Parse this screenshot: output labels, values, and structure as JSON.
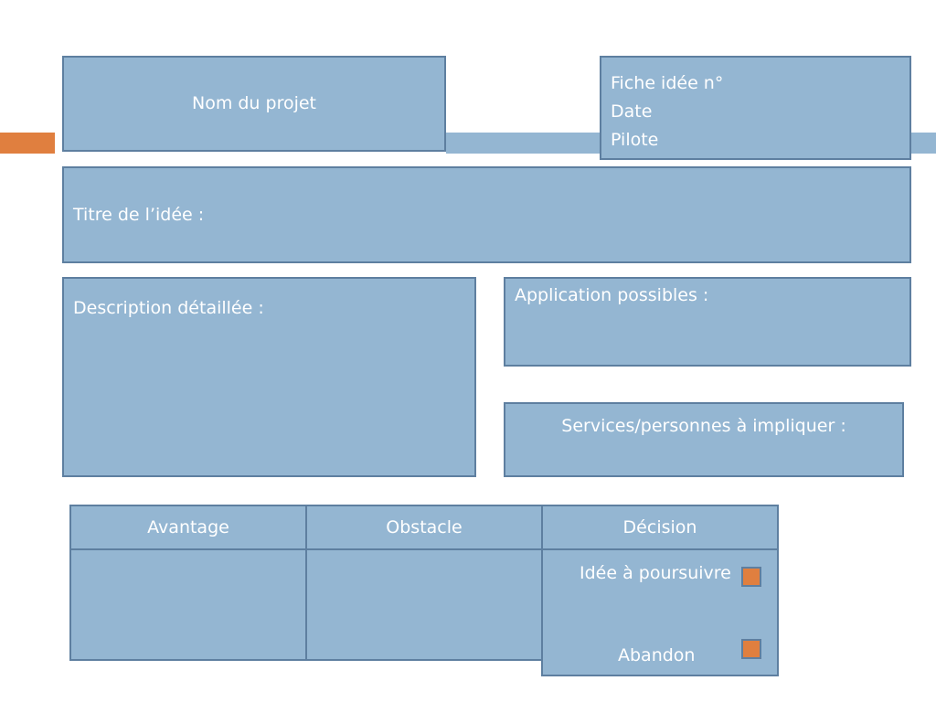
{
  "colors": {
    "accent": "#e07f3f",
    "box_fill": "#94b6d2",
    "box_border": "#5e7fa0",
    "text": "#ffffff"
  },
  "header": {
    "project_name": "Nom du projet",
    "fiche_lines": [
      "Fiche idée n°",
      "Date",
      "Pilote"
    ]
  },
  "fields": {
    "title_label": "Titre de l’idée :",
    "description_label": "Description détaillée :",
    "applications_label": "Application possibles :",
    "services_label": "Services/personnes à impliquer :"
  },
  "table": {
    "headers": [
      "Avantage",
      "Obstacle",
      "Décision"
    ],
    "decision_options": [
      {
        "label": "Idée à poursuivre",
        "icon": "checkbox-icon"
      },
      {
        "label": "Abandon",
        "icon": "checkbox-icon"
      }
    ]
  }
}
